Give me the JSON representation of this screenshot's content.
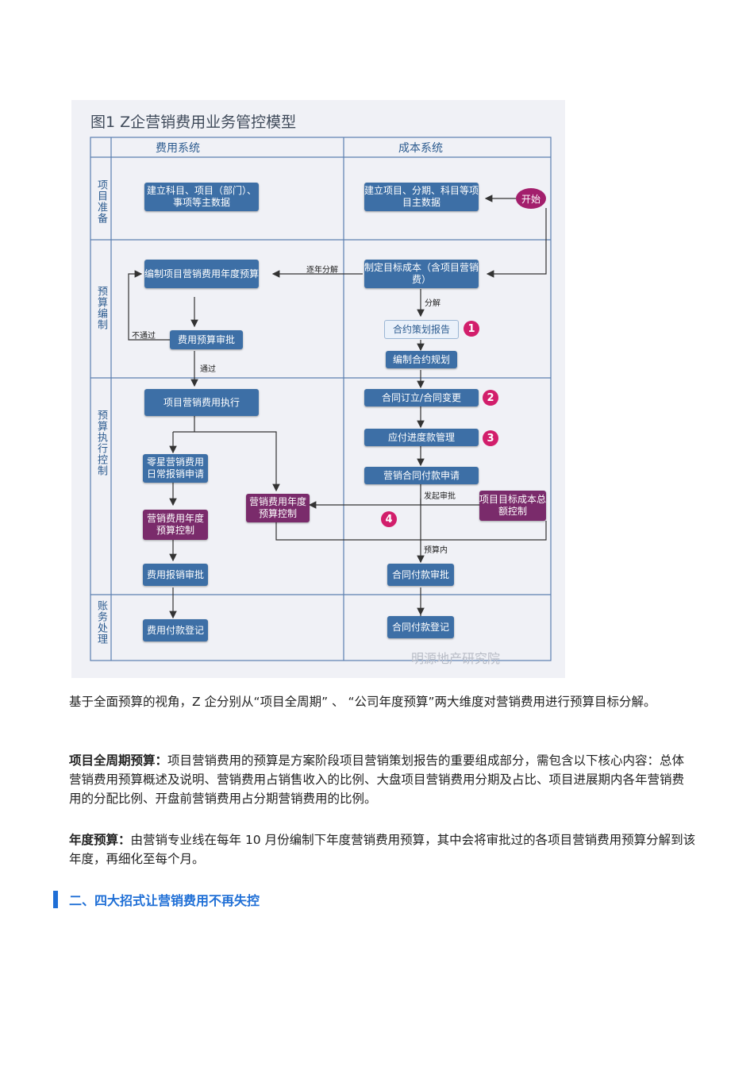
{
  "figure": {
    "title": "图1 Z企营销费用业务管控模型",
    "columns": [
      "费用系统",
      "成本系统"
    ],
    "rows": [
      "项目准备",
      "预算编制",
      "预算执行控制",
      "账务处理"
    ],
    "boxes": {
      "fee_master": "建立科目、项目（部门）、事项等主数据",
      "cost_master": "建立项目、分期、科目等项目主数据",
      "start": "开始",
      "budget_compile": "编制项目营销费用年度预算",
      "target_cost": "制定目标成本（含项目营销费）",
      "contract_plan_report": "合约策划报告",
      "budget_approve": "费用预算审批",
      "contract_planning": "编制合约规划",
      "fee_exec": "项目营销费用执行",
      "contract_sign": "合同订立/合同变更",
      "payable_progress": "应付进度款管理",
      "misc_fee_apply": "零星营销费用日常报销申请",
      "fee_budget_ctrl": "营销费用年度预算控制",
      "fee_budget_ctrl_left": "营销费用年度预算控制",
      "contract_pay_apply": "营销合同付款申请",
      "target_cost_ctrl": "项目目标成本总额控制",
      "fee_reimb_approve": "费用报销审批",
      "contract_pay_approve": "合同付款审批",
      "fee_pay_register": "费用付款登记",
      "contract_pay_register": "合同付款登记"
    },
    "labels": {
      "yearly_split": "逐年分解",
      "split": "分解",
      "fail": "不通过",
      "pass": "通过",
      "initiate_approval": "发起审批",
      "within_budget": "预算内"
    },
    "numbers": [
      "1",
      "2",
      "3",
      "4"
    ],
    "watermark": "明源地产研究院"
  },
  "paragraphs": {
    "p1": "基于全面预算的视角，Z 企分别从“项目全周期” 、 “公司年度预算”两大维度对营销费用进行预算目标分解。",
    "p2_head": "项目全周期预算：",
    "p2_body": "项目营销费用的预算是方案阶段项目营销策划报告的重要组成部分，需包含以下核心内容：总体营销费用预算概述及说明、营销费用占销售收入的比例、大盘项目营销费用分期及占比、项目进展期内各年营销费用的分配比例、开盘前营销费用占分期营销费用的比例。",
    "p3_head": "年度预算：",
    "p3_body": "由营销专业线在每年 10 月份编制下年度营销费用预算，其中会将审批过的各项目营销费用预算分解到该年度，再细化至每个月。"
  },
  "section": {
    "title": "二、四大招式让营销费用不再失控"
  },
  "colors": {
    "box_blue": "#3d6fa6",
    "box_purple": "#7a2b6b",
    "accent": "#1f6fd6",
    "badge": "#d21e6b"
  }
}
